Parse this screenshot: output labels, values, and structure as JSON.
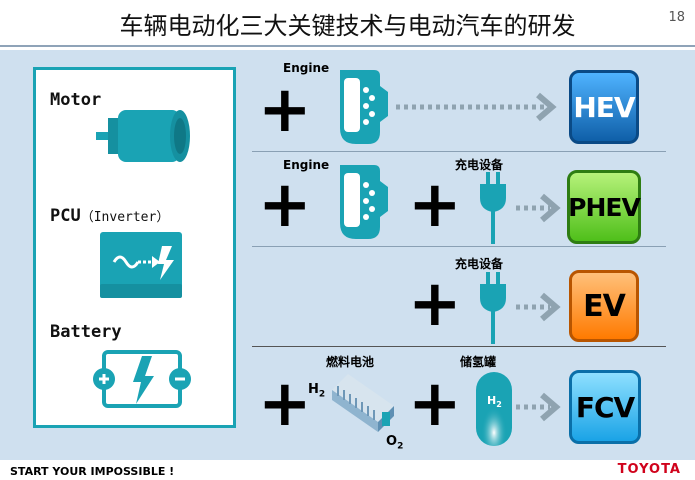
{
  "header": {
    "title": "车辆电动化三大关键技术与电动汽车的研发",
    "page_number": "18"
  },
  "components": {
    "motor_label": "Motor",
    "pcu_label": "PCU",
    "pcu_sub": "（Inverter）",
    "battery_label": "Battery"
  },
  "rows": {
    "hev": {
      "engine_label": "Engine",
      "badge": "HEV"
    },
    "phev": {
      "engine_label": "Engine",
      "charger_label": "充电设备",
      "badge": "PHEV"
    },
    "ev": {
      "charger_label": "充电设备",
      "badge": "EV"
    },
    "fcv": {
      "fuel_cell_label": "燃料电池",
      "tank_label": "储氢罐",
      "badge": "FCV",
      "h2": "H",
      "h2_sub": "2",
      "o2": "O",
      "o2_sub": "2",
      "tank_h2": "H",
      "tank_h2_sub": "2"
    }
  },
  "colors": {
    "teal": "#1aa3b4",
    "hev_badge": "#1a7fd0",
    "phev_badge": "#7ddc3a",
    "ev_badge": "#ff8a1a",
    "fcv_badge": "#29aee8",
    "brand_red": "#d0021b"
  },
  "footer": {
    "slogan": "START YOUR IMPOSSIBLE !",
    "brand": "TOYOTA"
  }
}
